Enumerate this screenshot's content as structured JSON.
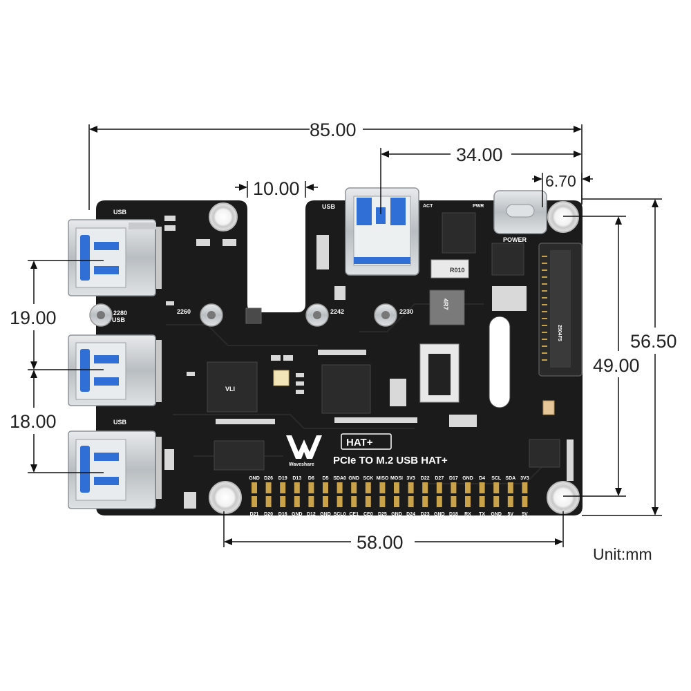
{
  "dimensions": {
    "width_total": "85.00",
    "usb_offset": "34.00",
    "slot_width": "10.00",
    "right_margin": "6.70",
    "height_total": "56.50",
    "hole_vertical": "49.00",
    "usb_pitch_upper": "19.00",
    "usb_pitch_lower": "18.00",
    "hole_horizontal": "58.00",
    "unit": "Unit:mm"
  },
  "silkscreen": {
    "usb": "USB",
    "act": "ACT",
    "pwr": "PWR",
    "power": "POWER",
    "m2_2280": "2280",
    "m2_2260": "2260",
    "m2_2242": "2242",
    "m2_2230": "2230",
    "brand": "Waveshare",
    "hat_badge": "HAT+",
    "title": "PCIe TO M.2 USB HAT+",
    "resistor": "R010",
    "inductor": "4R7",
    "connector": "2504F5",
    "chip_main": "VLI"
  },
  "gpio": {
    "top": [
      "GND",
      "D26",
      "D19",
      "D13",
      "D6",
      "D5",
      "SDA0",
      "GND",
      "SCK",
      "MISO",
      "MOSI",
      "3V3",
      "D22",
      "D27",
      "D17",
      "GND",
      "D4",
      "SCL",
      "SDA",
      "3V3"
    ],
    "bottom": [
      "D21",
      "D20",
      "D16",
      "GND",
      "D12",
      "GND",
      "SCL0",
      "CE1",
      "CE0",
      "D25",
      "GND",
      "D24",
      "D23",
      "GND",
      "D18",
      "RX",
      "TX",
      "GND",
      "5V",
      "5V"
    ]
  },
  "colors": {
    "board": "#1b1b1b",
    "silk": "#ffffff",
    "metal": "#cfd3d6",
    "usb_blue": "#2f6fd6",
    "gold": "#c9a24a"
  }
}
